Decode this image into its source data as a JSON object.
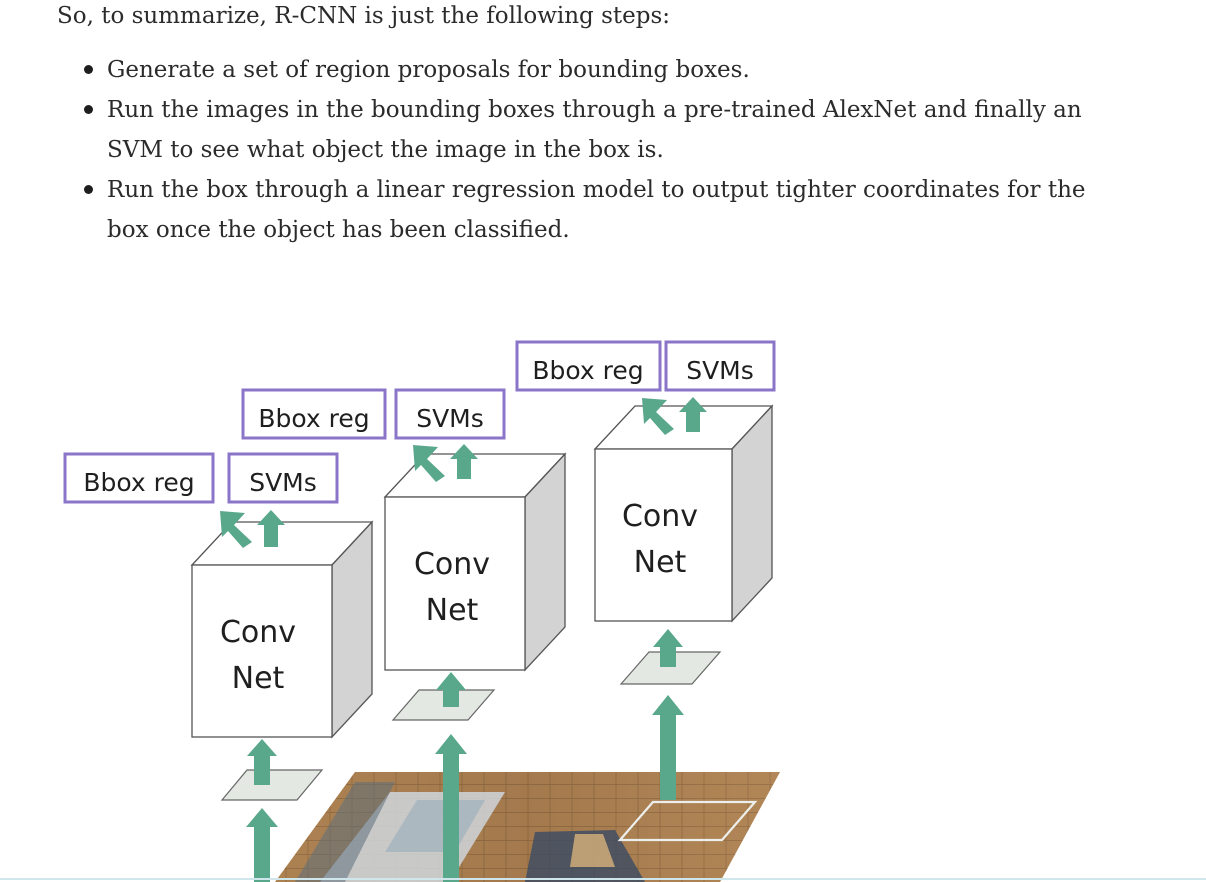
{
  "article": {
    "intro": "So, to summarize, R-CNN is just the following steps:",
    "steps": [
      "Generate a set of region proposals for bounding boxes.",
      "Run the images in the bounding boxes through a pre-trained AlexNet and finally an SVM to see what object the image in the box is.",
      "Run the box through a linear regression model to output tighter coordinates for the box once the object has been classified."
    ]
  },
  "diagram": {
    "columns": [
      {
        "bbox_label": "Bbox reg",
        "svm_label": "SVMs",
        "net_line1": "Conv",
        "net_line2": "Net"
      },
      {
        "bbox_label": "Bbox reg",
        "svm_label": "SVMs",
        "net_line1": "Conv",
        "net_line2": "Net"
      },
      {
        "bbox_label": "Bbox reg",
        "svm_label": "SVMs",
        "net_line1": "Conv",
        "net_line2": "Net"
      }
    ],
    "colors": {
      "label_border": "#8a75c9",
      "arrow": "#5aa88c",
      "cube_side": "#d3d3d3",
      "cube_edge": "#555555",
      "proposal_fill": "#e3e8e3",
      "photo_wood": "#a87d4d"
    }
  }
}
